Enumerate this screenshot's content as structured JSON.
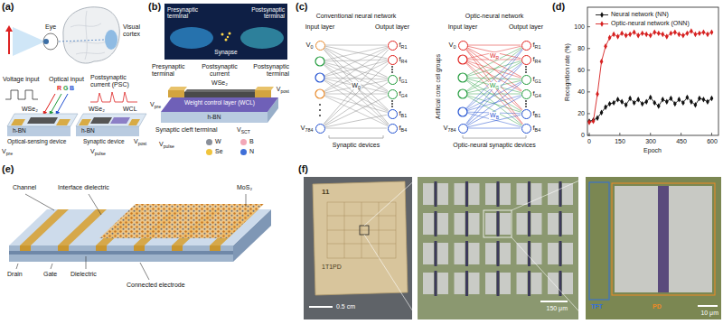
{
  "diagram": {
    "nodes": [
      {
        "text": [
          "V0"
        ]
      },
      {
        "text": [
          "V784"
        ]
      },
      {
        "text": [
          "fR1"
        ]
      },
      {
        "text": [
          "fR4"
        ]
      },
      {
        "text": [
          "fG1"
        ]
      },
      {
        "text": [
          "fG4"
        ]
      },
      {
        "text": [
          "fB1"
        ]
      },
      {
        "text": [
          "fB4"
        ]
      },
      {
        "text": [
          "V0"
        ]
      },
      {
        "text": [
          "V784"
        ]
      },
      {
        "text": [
          "fR1"
        ]
      },
      {
        "text": [
          "fR4"
        ]
      },
      {
        "text": [
          "fG1"
        ]
      },
      {
        "text": [
          "fG4"
        ]
      },
      {
        "text": [
          "fB1"
        ]
      },
      {
        "text": [
          "fB4"
        ]
      }
    ],
    "edges": [
      {
        "from": 0,
        "to": 2,
        "arrow": "none"
      },
      {
        "from": 0,
        "to": 3,
        "arrow": "none"
      },
      {
        "from": 0,
        "to": 4,
        "arrow": "none"
      },
      {
        "from": 0,
        "to": 5,
        "arrow": "none"
      },
      {
        "from": 0,
        "to": 6,
        "arrow": "none"
      },
      {
        "from": 0,
        "to": 7,
        "arrow": "none"
      },
      {
        "from": 1,
        "to": 2,
        "arrow": "none"
      },
      {
        "from": 1,
        "to": 3,
        "arrow": "none"
      },
      {
        "from": 1,
        "to": 4,
        "arrow": "none"
      },
      {
        "from": 1,
        "to": 5,
        "arrow": "none"
      },
      {
        "from": 1,
        "to": 6,
        "arrow": "none"
      },
      {
        "from": 1,
        "to": 7,
        "arrow": "none"
      },
      {
        "from": 8,
        "to": 10,
        "arrow": "none"
      },
      {
        "from": 8,
        "to": 11,
        "arrow": "none"
      },
      {
        "from": 8,
        "to": 12,
        "arrow": "none"
      },
      {
        "from": 8,
        "to": 13,
        "arrow": "none"
      },
      {
        "from": 8,
        "to": 14,
        "arrow": "none"
      },
      {
        "from": 8,
        "to": 15,
        "arrow": "none"
      },
      {
        "from": 9,
        "to": 10,
        "arrow": "none"
      },
      {
        "from": 9,
        "to": 11,
        "arrow": "none"
      },
      {
        "from": 9,
        "to": 12,
        "arrow": "none"
      },
      {
        "from": 9,
        "to": 13,
        "arrow": "none"
      },
      {
        "from": 9,
        "to": 14,
        "arrow": "none"
      },
      {
        "from": 9,
        "to": 15,
        "arrow": "none"
      }
    ],
    "labels": [
      "(a)",
      "Eye",
      "Visual cortex",
      "Voltage input",
      "Optical input",
      "R",
      "G",
      "B",
      "Postsynaptic current (PSC)",
      "WSe₂",
      "WSe₂",
      "WCL",
      "h-BN",
      "h-BN",
      "Optical-sensing device",
      "Synaptic device",
      "Vpre",
      "Vpost",
      "Vpulse",
      "(b)",
      "Presynaptic terminal",
      "Synapse",
      "Postsynaptic terminal",
      "Presynaptic terminal",
      "Postsynaptic current",
      "Postsynaptic terminal",
      "Vpre",
      "Vpost",
      "WSe₂",
      "Weight control layer (WCL)",
      "h-BN",
      "Synaptic cleft terminal",
      "Vpulse",
      "VSCT",
      "(c)",
      "Conventional neural network",
      "Input layer",
      "Output layer",
      "W0",
      "Synaptic devices",
      "Optic-neural network",
      "Input layer",
      "Output layer",
      "Artificial cone cell groups",
      "WR",
      "WG",
      "WB",
      "Optic-neural synaptic devices",
      "(d)",
      "Recognition rate (%)",
      "100",
      "80",
      "60",
      "40",
      "20",
      "0",
      "0",
      "150",
      "300",
      "450",
      "600",
      "Epoch",
      "(e)",
      "Channel",
      "Interface dielectric",
      "MoS₂",
      "Drain",
      "Gate",
      "Dielectric",
      "Connected electrode",
      "(f)",
      "11",
      "1T1PD",
      "0.5 cm",
      "150 μm",
      "TFT",
      "PD",
      "10 μm"
    ],
    "legend": [
      {
        "text": "W",
        "color": "#8a8f99"
      },
      {
        "text": "B",
        "color": "#f2a7b8"
      },
      {
        "text": "Se",
        "color": "#f0c43c"
      },
      {
        "text": "N",
        "color": "#3f6fd8"
      },
      {
        "text": "Neural network (NN)"
      },
      {
        "text": "Optic-neural network (ONN)"
      }
    ]
  }
}
